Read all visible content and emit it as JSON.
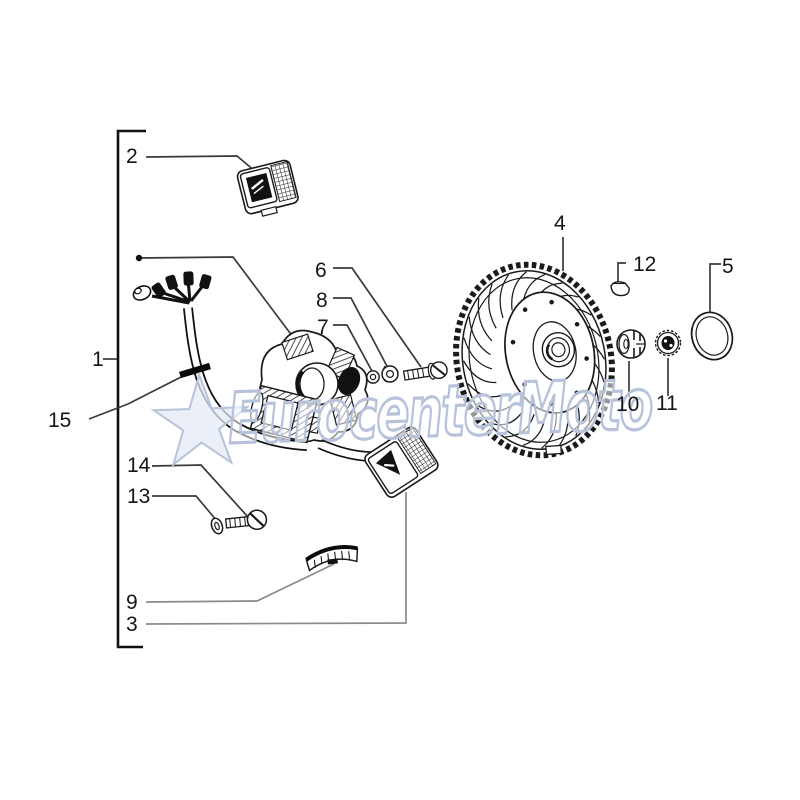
{
  "diagram": {
    "background": "#ffffff",
    "line_color": "#1a1a1a",
    "leader_color": "#3a3a3a",
    "leader_color_light": "#8a8a8a"
  },
  "watermark": {
    "star": "★",
    "text": "EurocenterMoto",
    "color": "#b7c3da"
  },
  "callouts": {
    "c1": {
      "label": "1"
    },
    "c2": {
      "label": "2"
    },
    "c3": {
      "label": "3"
    },
    "c4": {
      "label": "4"
    },
    "c5": {
      "label": "5"
    },
    "c6": {
      "label": "6"
    },
    "c7": {
      "label": "7"
    },
    "c8": {
      "label": "8"
    },
    "c9": {
      "label": "9"
    },
    "c10": {
      "label": "10"
    },
    "c11": {
      "label": "11"
    },
    "c12": {
      "label": "12"
    },
    "c13": {
      "label": "13"
    },
    "c14": {
      "label": "14"
    },
    "c15": {
      "label": "15"
    }
  }
}
